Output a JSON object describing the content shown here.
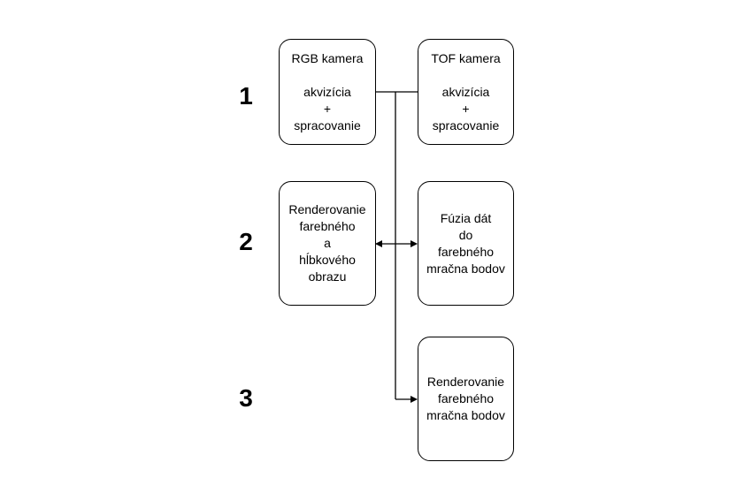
{
  "stages": {
    "one": "1",
    "two": "2",
    "three": "3"
  },
  "boxes": {
    "rgb": {
      "lines": [
        "RGB kamera",
        "",
        "akvizícia",
        "+",
        "spracovanie"
      ]
    },
    "tof": {
      "lines": [
        "TOF kamera",
        "",
        "akvizícia",
        "+",
        "spracovanie"
      ]
    },
    "render_image": {
      "lines": [
        "Renderovanie",
        "farebného",
        "a",
        "hĺbkového",
        "obrazu"
      ]
    },
    "fusion": {
      "lines": [
        "Fúzia dát",
        "do",
        "farebného",
        "mračna bodov"
      ]
    },
    "render_cloud": {
      "lines": [
        "Renderovanie",
        "farebného",
        "mračna bodov"
      ]
    }
  }
}
